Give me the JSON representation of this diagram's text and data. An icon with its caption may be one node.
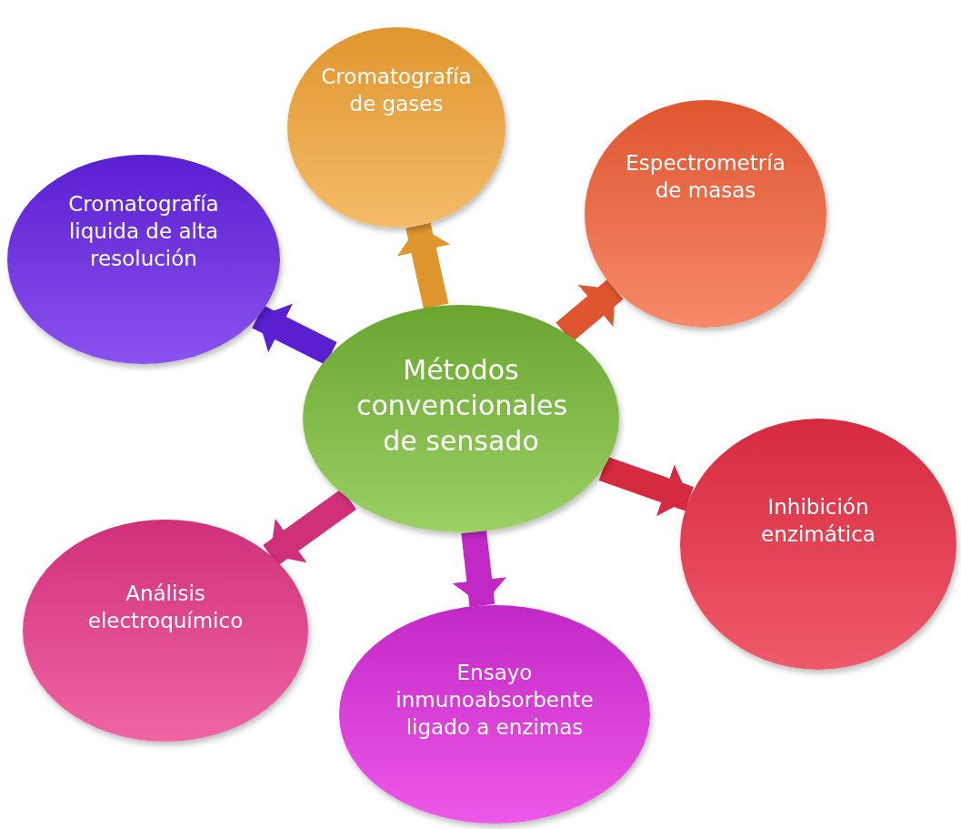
{
  "diagram": {
    "nodes": [
      {
        "text": [
          "Métodos convencionales de sensado"
        ]
      },
      {
        "text": [
          "Cromatografía de gases"
        ]
      },
      {
        "text": [
          "Cromatografía liquida de alta resolución"
        ]
      },
      {
        "text": [
          "Espectrometría de masas"
        ]
      },
      {
        "text": [
          "Inhibición enzimática"
        ]
      },
      {
        "text": [
          "Análisis electroquímico"
        ]
      },
      {
        "text": [
          "Ensayo inmunoabsorbente ligado a enzimas"
        ]
      }
    ],
    "edges": [
      {
        "from": 0,
        "to": 1,
        "arrow": "to",
        "color": "#e0962e"
      },
      {
        "from": 0,
        "to": 2,
        "arrow": "to",
        "color": "#5a1fd0"
      },
      {
        "from": 0,
        "to": 3,
        "arrow": "to",
        "color": "#df5530"
      },
      {
        "from": 0,
        "to": 4,
        "arrow": "to",
        "color": "#d62a40"
      },
      {
        "from": 0,
        "to": 5,
        "arrow": "to",
        "color": "#d0307a"
      },
      {
        "from": 0,
        "to": 6,
        "arrow": "to",
        "color": "#c228c6"
      }
    ]
  }
}
